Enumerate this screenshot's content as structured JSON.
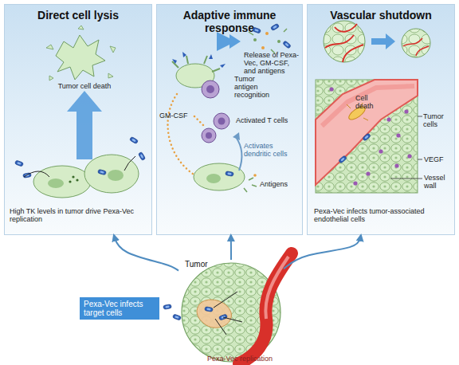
{
  "diagram": {
    "nodes": [
      {
        "text": [
          "Direct cell lysis"
        ]
      },
      {
        "text": [
          "Adaptive immune response"
        ]
      },
      {
        "text": [
          "Vascular shutdown"
        ]
      },
      {
        "text": [
          "Tumor"
        ]
      },
      {
        "text": [
          "Pexa-Vec infects target cells"
        ]
      }
    ],
    "edges": [
      {
        "from": 3,
        "to": 0,
        "arrow": "to"
      },
      {
        "from": 3,
        "to": 1,
        "arrow": "to"
      },
      {
        "from": 3,
        "to": 2,
        "arrow": "to"
      }
    ],
    "labels": [
      "Tumor cell death",
      "High TK levels in tumor drive Pexa-Vec replication",
      "GM-CSF",
      "Tumor antigen recognition",
      "Release of Pexa-Vec, GM-CSF, and antigens",
      "Activated T cells",
      "Activates dendritic cells",
      "Antigens",
      "Tumor cells",
      "Cell death",
      "VEGF",
      "Vessel wall",
      "Pexa-Vec infects tumor-associated endothelial cells",
      "Pexa-Vec replication"
    ]
  }
}
